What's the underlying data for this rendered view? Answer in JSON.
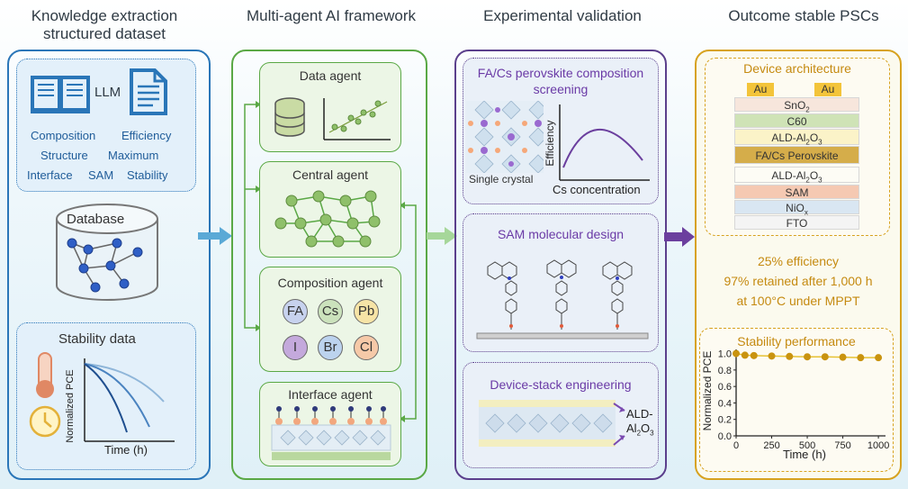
{
  "columns": {
    "col1_title": "Knowledge extraction structured dataset",
    "col2_title": "Multi-agent AI framework",
    "col3_title": "Experimental validation",
    "col4_title": "Outcome stable PSCs"
  },
  "knowledge": {
    "llm": "LLM",
    "tags": [
      "Composition",
      "Efficiency",
      "Structure",
      "Maximum",
      "Interface",
      "SAM",
      "Stability"
    ],
    "database": "Database",
    "stability_title": "Stability data",
    "y_axis": "Normalized PCE",
    "x_axis": "Time (h)"
  },
  "agents": {
    "data": "Data agent",
    "central": "Central agent",
    "composition": "Composition agent",
    "elements": [
      "FA",
      "Cs",
      "Pb",
      "I",
      "Br",
      "Cl"
    ],
    "interface": "Interface agent"
  },
  "validation": {
    "screening_title": "FA/Cs perovskite composition screening",
    "crystal": "Single crystal",
    "y_axis": "Efficiency",
    "x_axis": "Cs concentration",
    "sam_title": "SAM molecular design",
    "stack_title": "Device-stack engineering",
    "ald": "ALD-",
    "ald2": "Al",
    "ald3": "O",
    "sub2": "2",
    "sub3": "3"
  },
  "outcome": {
    "arch_title": "Device architecture",
    "au": "Au",
    "layers": {
      "sno": "SnO",
      "c60": "C60",
      "ald_a": "ALD-Al",
      "perov": "FA/Cs Perovskite",
      "sam": "SAM",
      "nio": "NiO",
      "x": "x",
      "fto": "FTO",
      "o": "O"
    },
    "result1": "25% efficiency",
    "result2": "97% retained after 1,000 h",
    "result3": "at 100°C under MPPT",
    "stab_title": "Stability performance",
    "y_axis": "Normalized PCE",
    "x_axis": "Time (h)"
  },
  "colors": {
    "blue": "#2a76b8",
    "green": "#5aa845",
    "purple": "#5b3f8c",
    "gold": "#d7a21f"
  },
  "chart_data": {
    "type": "scatter",
    "title": "Stability performance",
    "xlabel": "Time (h)",
    "ylabel": "Normalized PCE",
    "xlim": [
      0,
      1050
    ],
    "ylim": [
      0,
      1.05
    ],
    "x_ticks": [
      "0",
      "250",
      "500",
      "750",
      "1000"
    ],
    "y_ticks": [
      "0.0",
      "0.2",
      "0.4",
      "0.6",
      "0.8",
      "1.0"
    ],
    "series": [
      {
        "x": [
          0,
          62,
          125,
          250,
          375,
          500,
          625,
          750,
          875,
          1000
        ],
        "y": [
          1.0,
          0.98,
          0.975,
          0.97,
          0.965,
          0.96,
          0.96,
          0.955,
          0.95,
          0.95
        ]
      }
    ]
  }
}
